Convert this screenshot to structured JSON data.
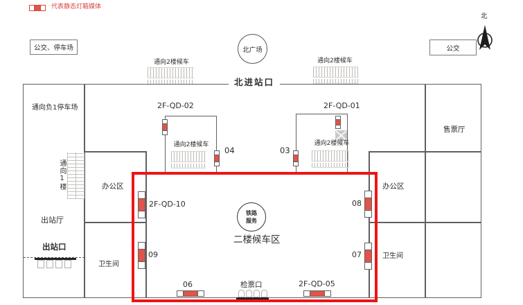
{
  "legend": {
    "label": "代表静态灯箱媒体"
  },
  "compass": {
    "north": "北"
  },
  "top": {
    "bus_parking": "公交、停车场",
    "bus": "公交",
    "north_plaza": "北广场",
    "north_gate": "北进站口",
    "stairs_left_label": "通向2楼候车",
    "stairs_right_label": "通向2楼候车"
  },
  "left_wing": {
    "to_b1_parking": "通向负1停车场",
    "to_1f": "通向1楼",
    "office": "办公区",
    "exit_hall": "出站厅",
    "exit_gate": "出站口",
    "restroom": "卫生间"
  },
  "right_wing": {
    "ticket_hall": "售票厅",
    "office": "办公区",
    "restroom": "卫生间"
  },
  "stair_blocks": {
    "qd02": {
      "id": "2F-QD-02",
      "stairs": "通向2楼候车",
      "marker_right": "04"
    },
    "qd01": {
      "id": "2F-QD-01",
      "stairs": "通向2楼候车",
      "marker_left": "03"
    }
  },
  "waiting_zone": {
    "name": "二楼候车区",
    "service_line1": "铁路",
    "service_line2": "服务",
    "check_gate": "检票口",
    "marker_left_top": "2F-QD-10",
    "marker_left_bottom": "09",
    "marker_right_top": "08",
    "marker_right_bottom": "07",
    "marker_bottom_left": "06",
    "marker_bottom_right": "2F-QD-05"
  },
  "colors": {
    "media_red": "#e0544a",
    "zone_border_red": "#ee1515",
    "legend_red": "#d9453f"
  }
}
